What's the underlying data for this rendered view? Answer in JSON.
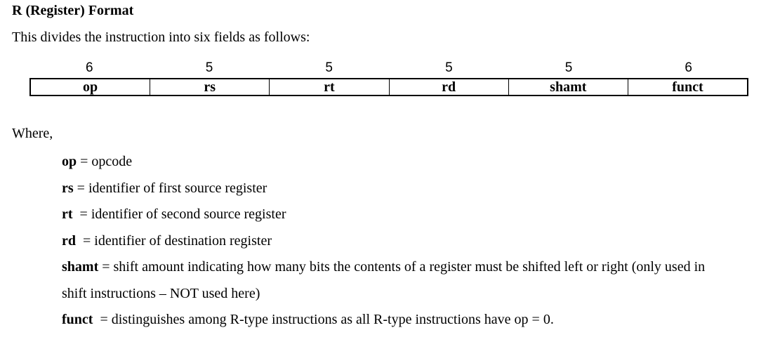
{
  "heading": "R (Register) Format",
  "intro": "This divides the instruction into six fields as follows:",
  "fields": [
    {
      "bits": "6",
      "name": "op"
    },
    {
      "bits": "5",
      "name": "rs"
    },
    {
      "bits": "5",
      "name": "rt"
    },
    {
      "bits": "5",
      "name": "rd"
    },
    {
      "bits": "5",
      "name": "shamt"
    },
    {
      "bits": "6",
      "name": "funct"
    }
  ],
  "where": "Where,",
  "definitions": {
    "op": {
      "term": "op",
      "sep": " = ",
      "text": "opcode"
    },
    "rs": {
      "term": "rs",
      "sep": " = ",
      "text": "identifier of first source register"
    },
    "rt": {
      "term": "rt",
      "sep": "  = ",
      "text": "identifier of second source register"
    },
    "rd": {
      "term": "rd",
      "sep": "  = ",
      "text": "identifier of destination register"
    },
    "shamt": {
      "term": "shamt",
      "sep": " = ",
      "text": "shift amount indicating how many bits the contents of a register must be shifted left or right (only used in",
      "continuation": "shift instructions – NOT used here)"
    },
    "funct": {
      "term": "funct",
      "sep": "  = ",
      "text": "distinguishes among R-type instructions as all R-type instructions have op = 0."
    }
  }
}
